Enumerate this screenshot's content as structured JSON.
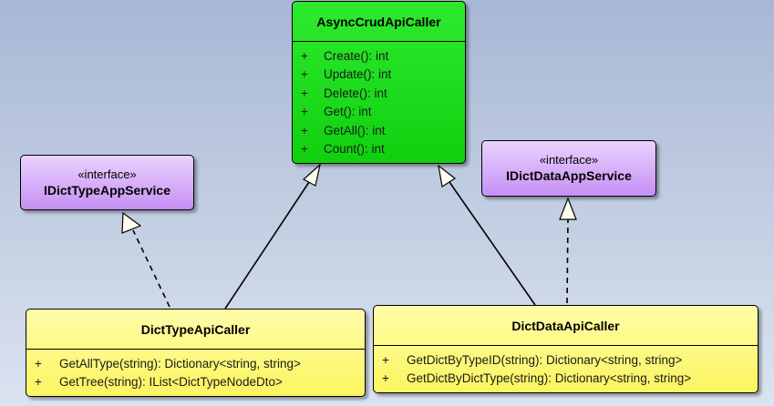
{
  "diagram": {
    "colors": {
      "background_top": "#a9b7d6",
      "base_class": "#0fd00f",
      "interface": "#c690f3",
      "class": "#fbf560",
      "line": "#000000",
      "arrowhead_fill": "#ffffee"
    },
    "classes": {
      "async_crud_api_caller": {
        "name": "AsyncCrudApiCaller",
        "members": [
          {
            "vis": "+",
            "text": "Create(): int"
          },
          {
            "vis": "+",
            "text": "Update(): int"
          },
          {
            "vis": "+",
            "text": "Delete(): int"
          },
          {
            "vis": "+",
            "text": "Get(): int"
          },
          {
            "vis": "+",
            "text": "GetAll(): int"
          },
          {
            "vis": "+",
            "text": "Count(): int"
          }
        ]
      },
      "idict_type_app_service": {
        "stereotype": "«interface»",
        "name": "IDictTypeAppService"
      },
      "idict_data_app_service": {
        "stereotype": "«interface»",
        "name": "IDictDataAppService"
      },
      "dict_type_api_caller": {
        "name": "DictTypeApiCaller",
        "members": [
          {
            "vis": "+",
            "text": "GetAllType(string): Dictionary<string, string>"
          },
          {
            "vis": "+",
            "text": "GetTree(string): IList<DictTypeNodeDto>"
          }
        ]
      },
      "dict_data_api_caller": {
        "name": "DictDataApiCaller",
        "members": [
          {
            "vis": "+",
            "text": "GetDictByTypeID(string): Dictionary<string, string>"
          },
          {
            "vis": "+",
            "text": "GetDictByDictType(string): Dictionary<string, string>"
          }
        ]
      }
    },
    "relationships": [
      {
        "from": "dict_type_api_caller",
        "to": "async_crud_api_caller",
        "kind": "generalization"
      },
      {
        "from": "dict_data_api_caller",
        "to": "async_crud_api_caller",
        "kind": "generalization"
      },
      {
        "from": "dict_type_api_caller",
        "to": "idict_type_app_service",
        "kind": "realization"
      },
      {
        "from": "dict_data_api_caller",
        "to": "idict_data_app_service",
        "kind": "realization"
      }
    ]
  }
}
